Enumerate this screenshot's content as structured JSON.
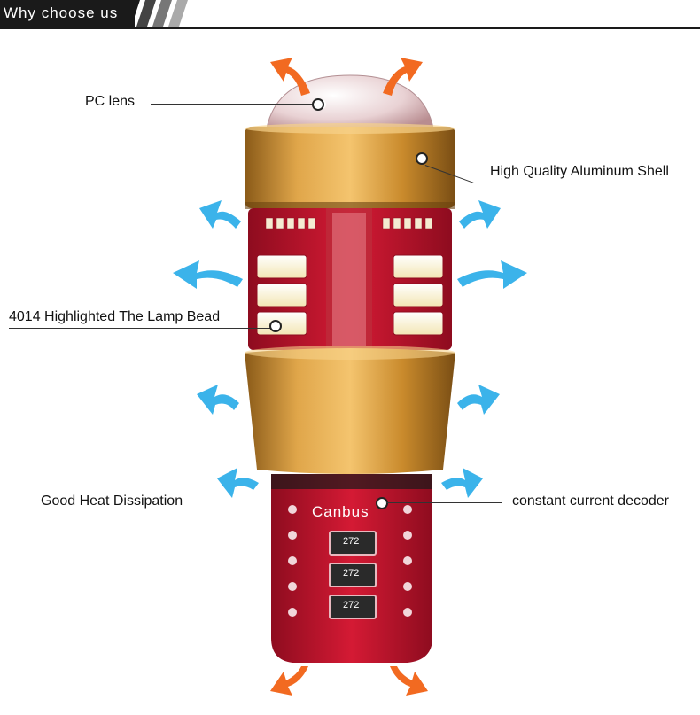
{
  "header": {
    "title": "Why choose us"
  },
  "callouts": {
    "pc_lens": "PC lens",
    "aluminum_shell": "High Quality Aluminum Shell",
    "lamp_bead": "4014 Highlighted The Lamp Bead",
    "heat": "Good Heat Dissipation",
    "decoder": "constant current decoder"
  },
  "product": {
    "board_label": "Canbus",
    "resistor_code": "272"
  },
  "colors": {
    "heat_arrow_orange": "#f26a21",
    "airflow_arrow_blue": "#3bb3ea",
    "shell_gold": "#c98a2c",
    "pcb_red": "#c4112b"
  }
}
